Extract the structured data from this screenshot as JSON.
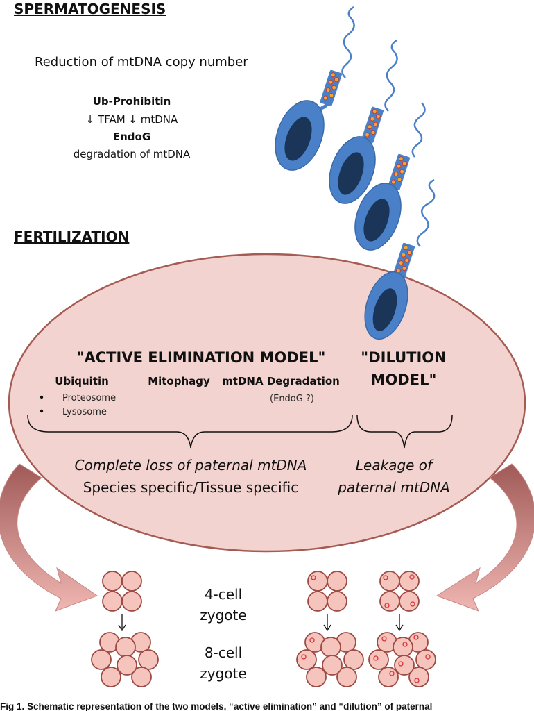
{
  "spermatogenesis": {
    "heading": "SPERMATOGENESIS",
    "reduction": "Reduction of mtDNA copy number",
    "ub_prohibitin": "Ub-Prohibitin",
    "tfam_line": "↓ TFAM ↓ mtDNA",
    "endog": "EndoG",
    "degradation": "degradation of mtDNA"
  },
  "fertilization": {
    "heading": "FERTILIZATION"
  },
  "active_model": {
    "title": "\"ACTIVE ELIMINATION MODEL\"",
    "ubiquitin": "Ubiquitin",
    "bullets": [
      "Proteosome",
      "Lysosome"
    ],
    "mitophagy": "Mitophagy",
    "mtdna_degradation": "mtDNA Degradation",
    "endog_q": "(EndoG ?)",
    "outcome_1": "Complete loss of paternal mtDNA",
    "outcome_2": "Species specific/Tissue specific"
  },
  "dilution_model": {
    "title_1": "\"DILUTION",
    "title_2": "MODEL\"",
    "outcome_1": "Leakage of",
    "outcome_2": "paternal mtDNA"
  },
  "zygote_labels": {
    "four_1": "4-cell",
    "four_2": "zygote",
    "eight_1": "8-cell",
    "eight_2": "zygote"
  },
  "caption": "Fig 1. Schematic representation of the two models, “active elimination” and “dilution” of paternal",
  "colors": {
    "egg_fill": "#f2d3cf",
    "egg_stroke": "#a55a52",
    "cell_fill": "#f4c4bd",
    "cell_stroke": "#9c4a43",
    "sperm_blue": "#4a80c8",
    "sperm_nucleus": "#1b3558",
    "arrow_pink": "#d68e8a",
    "mito_orange": "#f2a33a",
    "mito_red": "#c43a2a"
  }
}
